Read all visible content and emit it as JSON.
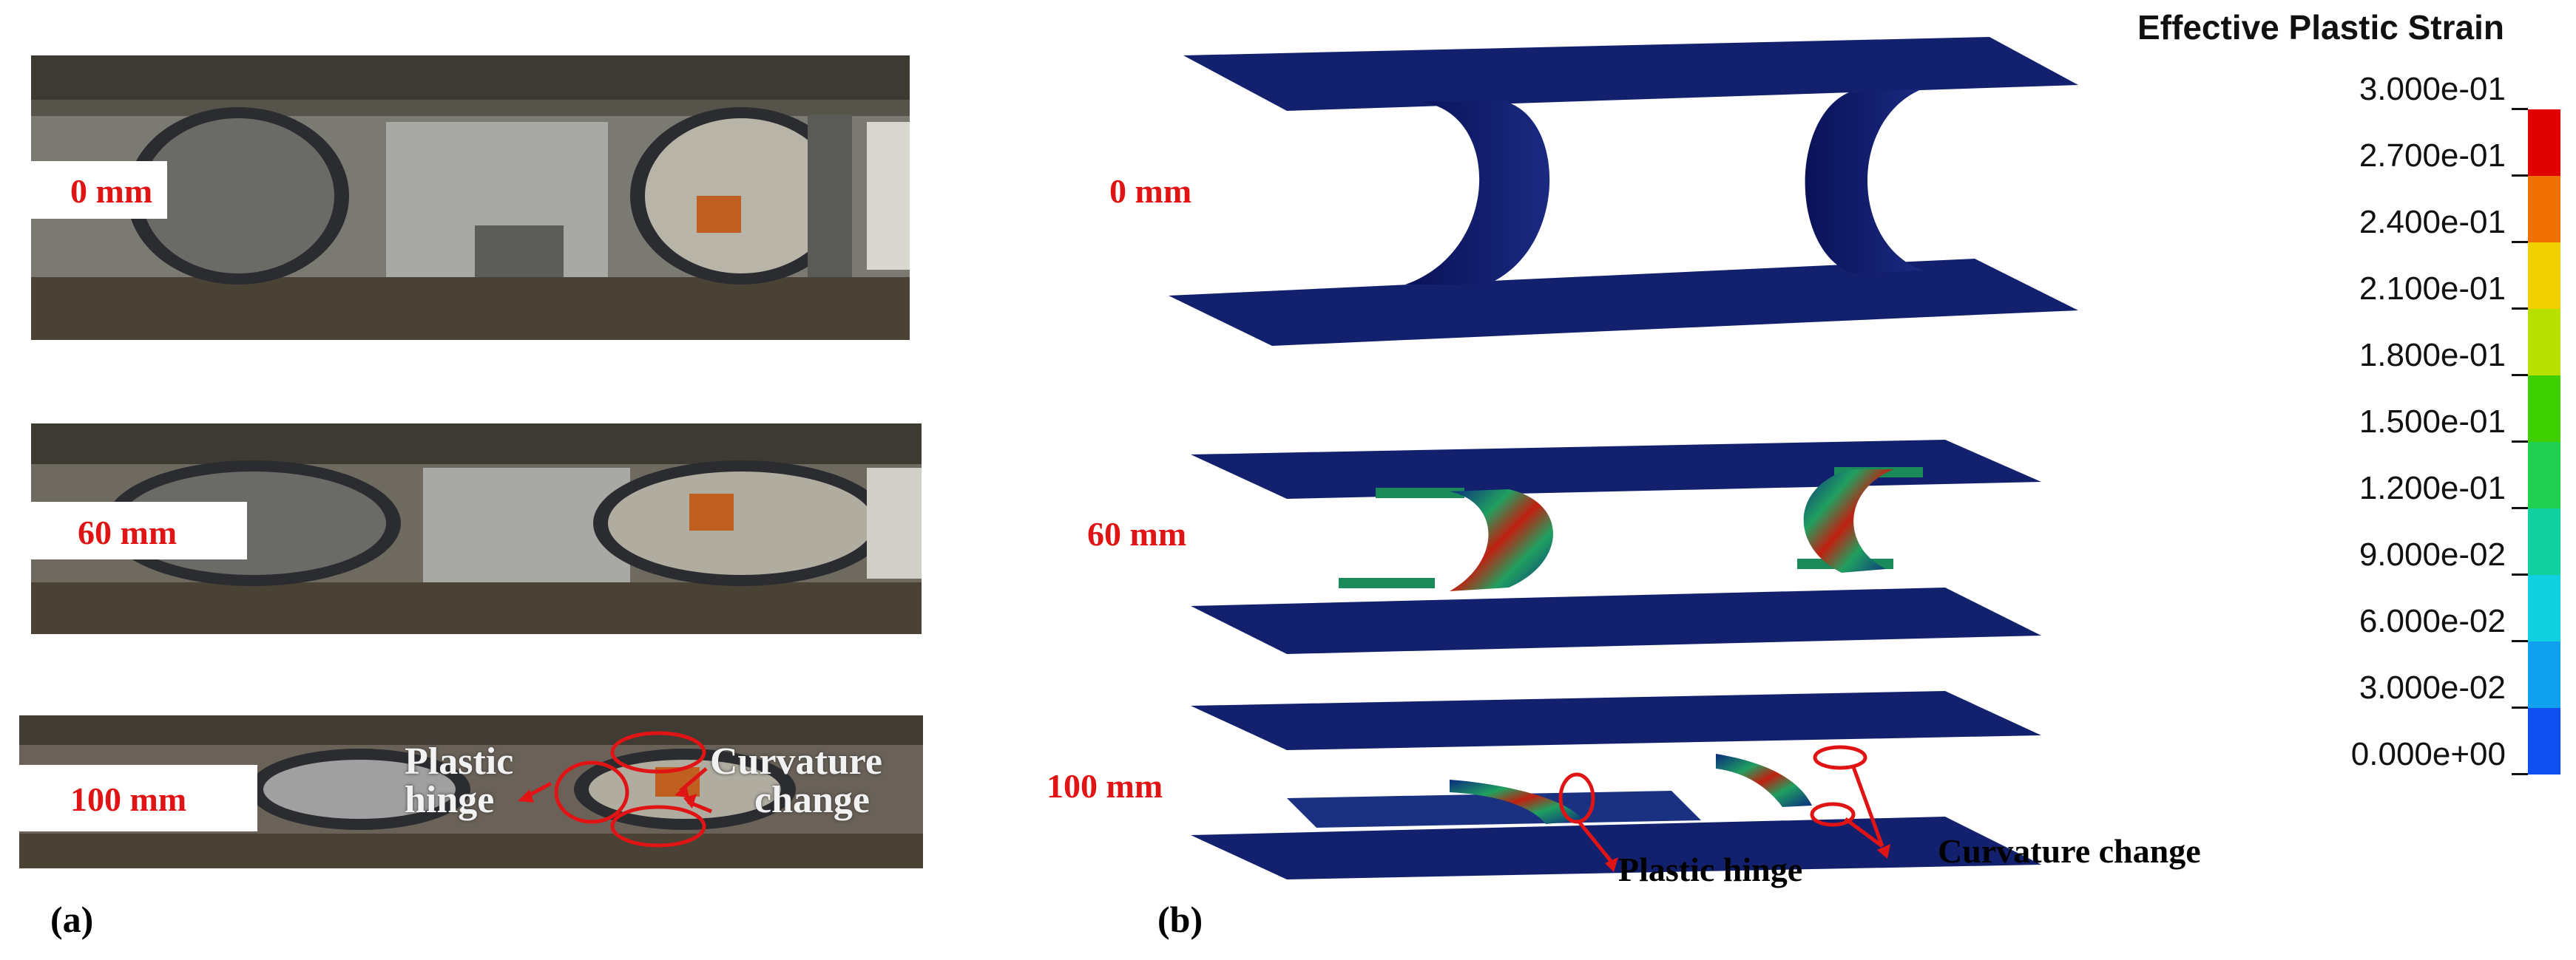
{
  "panel_a": {
    "label": "(a)",
    "rows": [
      {
        "disp": "0 mm"
      },
      {
        "disp": "60 mm"
      },
      {
        "disp": "100 mm"
      }
    ],
    "annotations": {
      "hinge_line1": "Plastic",
      "hinge_line2": "hinge",
      "curv_line1": "Curvature",
      "curv_line2": "change"
    }
  },
  "panel_b": {
    "label": "(b)",
    "rows": [
      {
        "disp": "0 mm"
      },
      {
        "disp": "60 mm"
      },
      {
        "disp": "100 mm"
      }
    ],
    "annotations": {
      "hinge": "Plastic hinge",
      "curvature": "Curvature change"
    }
  },
  "legend": {
    "title": "Effective Plastic Strain",
    "ticks": [
      "3.000e-01",
      "2.700e-01",
      "2.400e-01",
      "2.100e-01",
      "1.800e-01",
      "1.500e-01",
      "1.200e-01",
      "9.000e-02",
      "6.000e-02",
      "3.000e-02",
      "0.000e+00"
    ],
    "colors": [
      "#e00000",
      "#f07000",
      "#f0d000",
      "#b8e000",
      "#40d000",
      "#20d050",
      "#10d0a0",
      "#10d0e0",
      "#10a0f0",
      "#1050f0",
      "#1010e0"
    ]
  },
  "colors": {
    "annotation_red": "#e01414",
    "fe_plate": "#13206e"
  }
}
